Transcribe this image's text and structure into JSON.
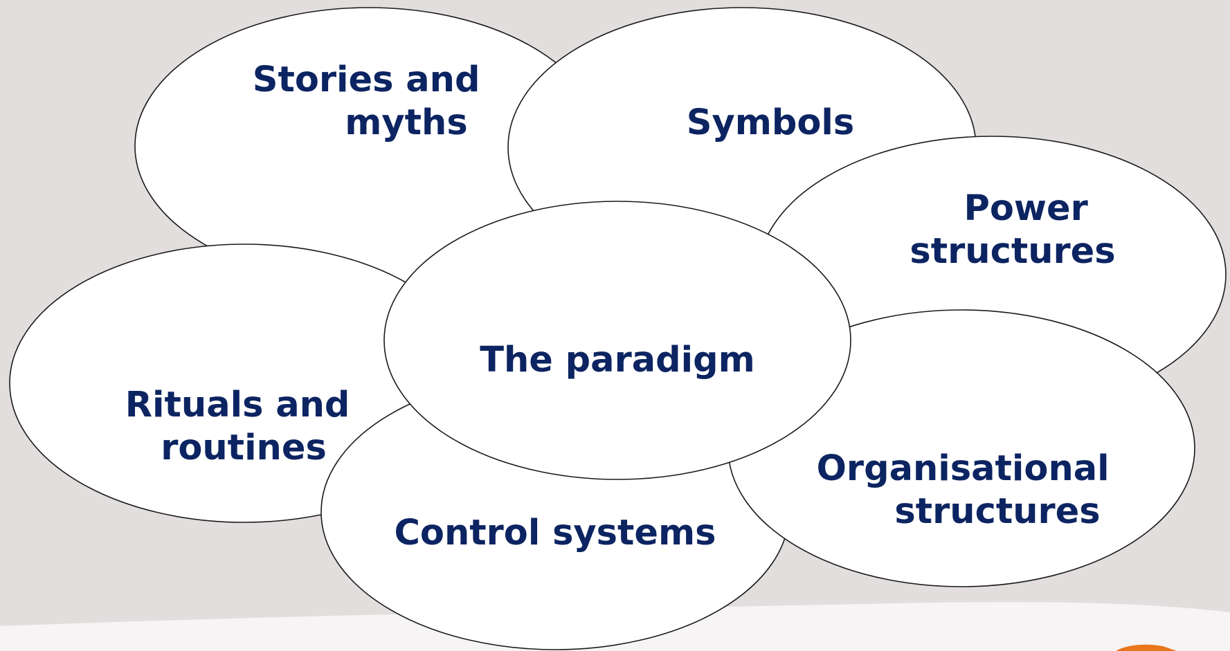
{
  "diagram": {
    "title": "",
    "center": {
      "label": "The paradigm"
    },
    "elements": [
      {
        "id": "stories",
        "lines": [
          "Stories and",
          "myths"
        ]
      },
      {
        "id": "symbols",
        "lines": [
          "Symbols"
        ]
      },
      {
        "id": "power",
        "lines": [
          "Power",
          "structures"
        ]
      },
      {
        "id": "organisational",
        "lines": [
          "Organisational",
          "structures"
        ]
      },
      {
        "id": "control",
        "lines": [
          "Control systems"
        ]
      },
      {
        "id": "rituals",
        "lines": [
          "Rituals and",
          "routines"
        ]
      }
    ]
  },
  "colors": {
    "background": "#e2dede",
    "ellipse_fill": "#ffffff",
    "ellipse_stroke": "#1a1a1a",
    "text": "#0c2461",
    "corner_accent": "#e8761c"
  }
}
